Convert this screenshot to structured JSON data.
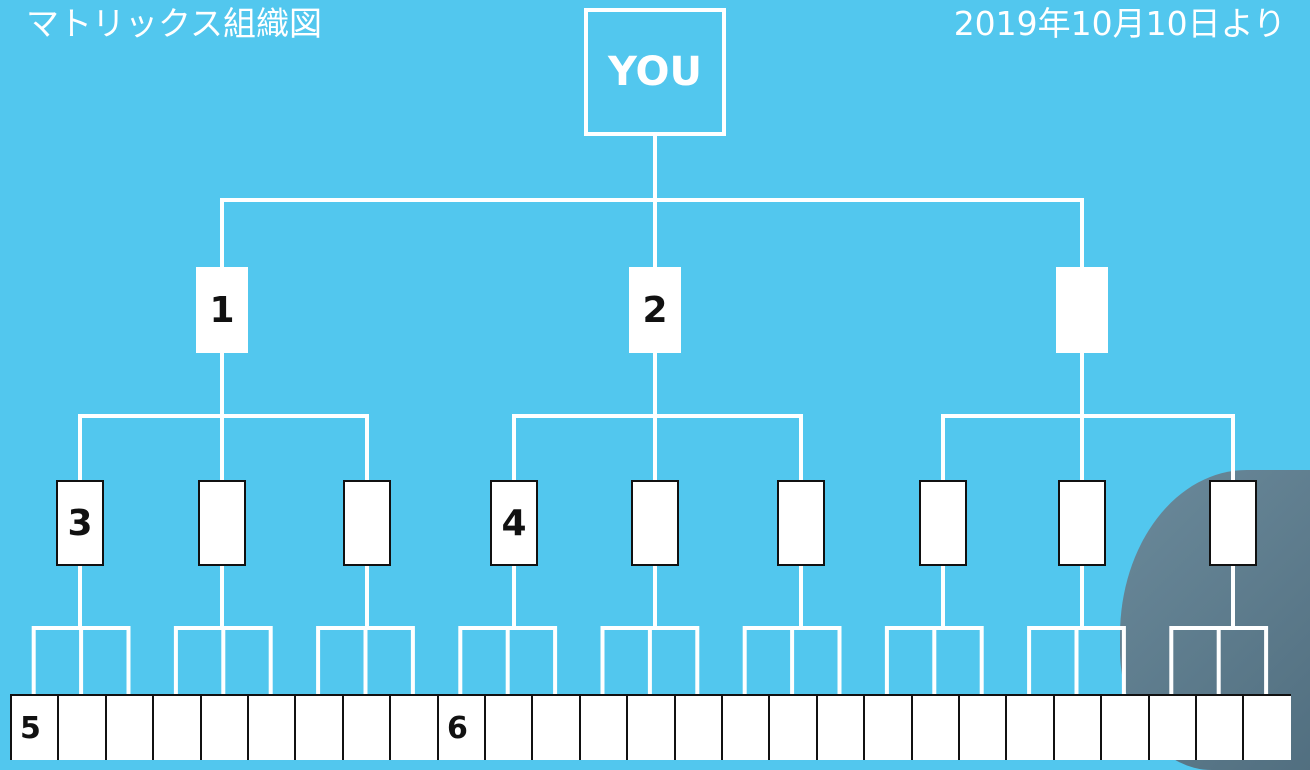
{
  "header": {
    "title": "マトリックス組織図",
    "date_text": "2019年10月10日より"
  },
  "root_label": "YOU",
  "level1": [
    "1",
    "2",
    ""
  ],
  "level2": [
    "3",
    "",
    "",
    "4",
    "",
    "",
    "",
    "",
    ""
  ],
  "level3": [
    "5",
    "",
    "",
    "",
    "",
    "",
    "",
    "",
    "",
    "6",
    "",
    "",
    "",
    "",
    "",
    "",
    "",
    "",
    "",
    "",
    "",
    "",
    "",
    "",
    "",
    "",
    ""
  ],
  "colors": {
    "background": "#52c7ee",
    "lines": "#ffffff",
    "box": "#ffffff",
    "text": "#111111"
  }
}
